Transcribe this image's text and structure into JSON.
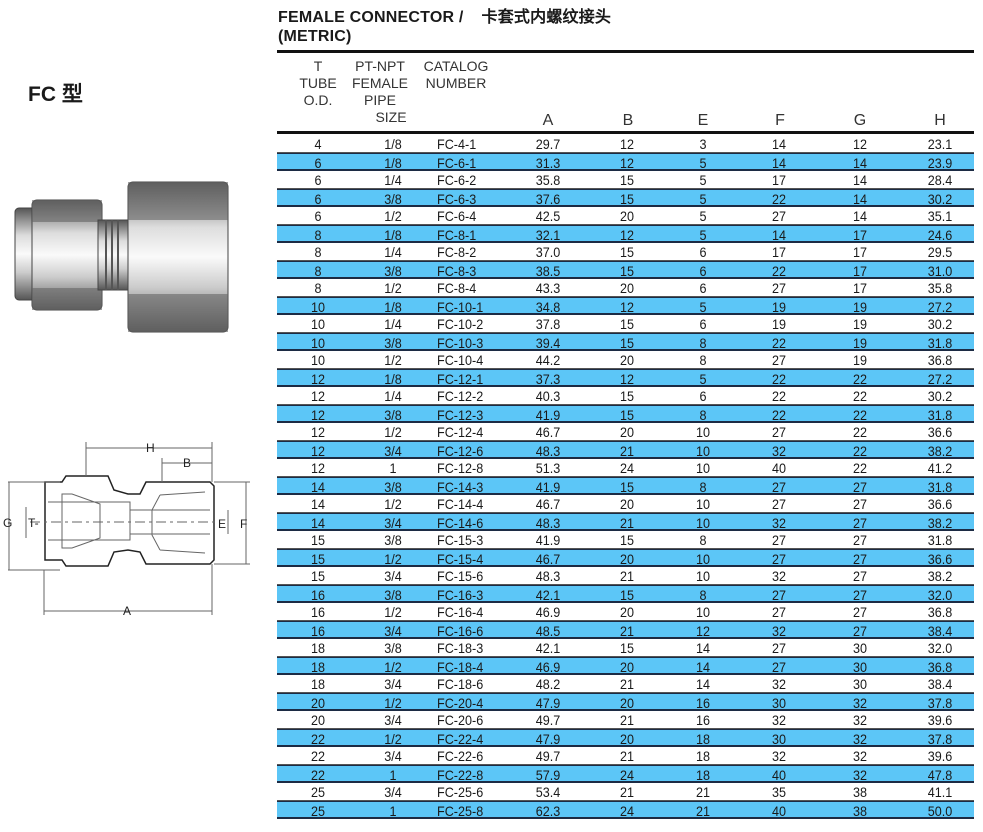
{
  "model_label": "FC 型",
  "title": {
    "line1": "FEMALE  CONNECTOR /",
    "cn": "卡套式内螺纹接头",
    "line2": "(METRIC)"
  },
  "headers": {
    "t": [
      "T",
      "TUBE",
      "O.D."
    ],
    "pipe": [
      "PT-NPT",
      "FEMALE",
      "PIPE",
      "SIZE"
    ],
    "catalog": [
      "CATALOG",
      "NUMBER"
    ],
    "dims": [
      "A",
      "B",
      "E",
      "F",
      "G",
      "H"
    ]
  },
  "diagram_labels": {
    "h": "H",
    "b": "B",
    "g": "G",
    "t": "T-",
    "e": "E",
    "f": "F",
    "a": "A"
  },
  "colors": {
    "stripe": "#5cc6f7",
    "line": "#1c2b44"
  },
  "rows": [
    [
      "4",
      "1/8",
      "FC-4-1",
      "29.7",
      "12",
      "3",
      "14",
      "12",
      "23.1"
    ],
    [
      "6",
      "1/8",
      "FC-6-1",
      "31.3",
      "12",
      "5",
      "14",
      "14",
      "23.9"
    ],
    [
      "6",
      "1/4",
      "FC-6-2",
      "35.8",
      "15",
      "5",
      "17",
      "14",
      "28.4"
    ],
    [
      "6",
      "3/8",
      "FC-6-3",
      "37.6",
      "15",
      "5",
      "22",
      "14",
      "30.2"
    ],
    [
      "6",
      "1/2",
      "FC-6-4",
      "42.5",
      "20",
      "5",
      "27",
      "14",
      "35.1"
    ],
    [
      "8",
      "1/8",
      "FC-8-1",
      "32.1",
      "12",
      "5",
      "14",
      "17",
      "24.6"
    ],
    [
      "8",
      "1/4",
      "FC-8-2",
      "37.0",
      "15",
      "6",
      "17",
      "17",
      "29.5"
    ],
    [
      "8",
      "3/8",
      "FC-8-3",
      "38.5",
      "15",
      "6",
      "22",
      "17",
      "31.0"
    ],
    [
      "8",
      "1/2",
      "FC-8-4",
      "43.3",
      "20",
      "6",
      "27",
      "17",
      "35.8"
    ],
    [
      "10",
      "1/8",
      "FC-10-1",
      "34.8",
      "12",
      "5",
      "19",
      "19",
      "27.2"
    ],
    [
      "10",
      "1/4",
      "FC-10-2",
      "37.8",
      "15",
      "6",
      "19",
      "19",
      "30.2"
    ],
    [
      "10",
      "3/8",
      "FC-10-3",
      "39.4",
      "15",
      "8",
      "22",
      "19",
      "31.8"
    ],
    [
      "10",
      "1/2",
      "FC-10-4",
      "44.2",
      "20",
      "8",
      "27",
      "19",
      "36.8"
    ],
    [
      "12",
      "1/8",
      "FC-12-1",
      "37.3",
      "12",
      "5",
      "22",
      "22",
      "27.2"
    ],
    [
      "12",
      "1/4",
      "FC-12-2",
      "40.3",
      "15",
      "6",
      "22",
      "22",
      "30.2"
    ],
    [
      "12",
      "3/8",
      "FC-12-3",
      "41.9",
      "15",
      "8",
      "22",
      "22",
      "31.8"
    ],
    [
      "12",
      "1/2",
      "FC-12-4",
      "46.7",
      "20",
      "10",
      "27",
      "22",
      "36.6"
    ],
    [
      "12",
      "3/4",
      "FC-12-6",
      "48.3",
      "21",
      "10",
      "32",
      "22",
      "38.2"
    ],
    [
      "12",
      "1",
      "FC-12-8",
      "51.3",
      "24",
      "10",
      "40",
      "22",
      "41.2"
    ],
    [
      "14",
      "3/8",
      "FC-14-3",
      "41.9",
      "15",
      "8",
      "27",
      "27",
      "31.8"
    ],
    [
      "14",
      "1/2",
      "FC-14-4",
      "46.7",
      "20",
      "10",
      "27",
      "27",
      "36.6"
    ],
    [
      "14",
      "3/4",
      "FC-14-6",
      "48.3",
      "21",
      "10",
      "32",
      "27",
      "38.2"
    ],
    [
      "15",
      "3/8",
      "FC-15-3",
      "41.9",
      "15",
      "8",
      "27",
      "27",
      "31.8"
    ],
    [
      "15",
      "1/2",
      "FC-15-4",
      "46.7",
      "20",
      "10",
      "27",
      "27",
      "36.6"
    ],
    [
      "15",
      "3/4",
      "FC-15-6",
      "48.3",
      "21",
      "10",
      "32",
      "27",
      "38.2"
    ],
    [
      "16",
      "3/8",
      "FC-16-3",
      "42.1",
      "15",
      "8",
      "27",
      "27",
      "32.0"
    ],
    [
      "16",
      "1/2",
      "FC-16-4",
      "46.9",
      "20",
      "10",
      "27",
      "27",
      "36.8"
    ],
    [
      "16",
      "3/4",
      "FC-16-6",
      "48.5",
      "21",
      "12",
      "32",
      "27",
      "38.4"
    ],
    [
      "18",
      "3/8",
      "FC-18-3",
      "42.1",
      "15",
      "14",
      "27",
      "30",
      "32.0"
    ],
    [
      "18",
      "1/2",
      "FC-18-4",
      "46.9",
      "20",
      "14",
      "27",
      "30",
      "36.8"
    ],
    [
      "18",
      "3/4",
      "FC-18-6",
      "48.2",
      "21",
      "14",
      "32",
      "30",
      "38.4"
    ],
    [
      "20",
      "1/2",
      "FC-20-4",
      "47.9",
      "20",
      "16",
      "30",
      "32",
      "37.8"
    ],
    [
      "20",
      "3/4",
      "FC-20-6",
      "49.7",
      "21",
      "16",
      "32",
      "32",
      "39.6"
    ],
    [
      "22",
      "1/2",
      "FC-22-4",
      "47.9",
      "20",
      "18",
      "30",
      "32",
      "37.8"
    ],
    [
      "22",
      "3/4",
      "FC-22-6",
      "49.7",
      "21",
      "18",
      "32",
      "32",
      "39.6"
    ],
    [
      "22",
      "1",
      "FC-22-8",
      "57.9",
      "24",
      "18",
      "40",
      "32",
      "47.8"
    ],
    [
      "25",
      "3/4",
      "FC-25-6",
      "53.4",
      "21",
      "21",
      "35",
      "38",
      "41.1"
    ],
    [
      "25",
      "1",
      "FC-25-8",
      "62.3",
      "24",
      "21",
      "40",
      "38",
      "50.0"
    ]
  ]
}
